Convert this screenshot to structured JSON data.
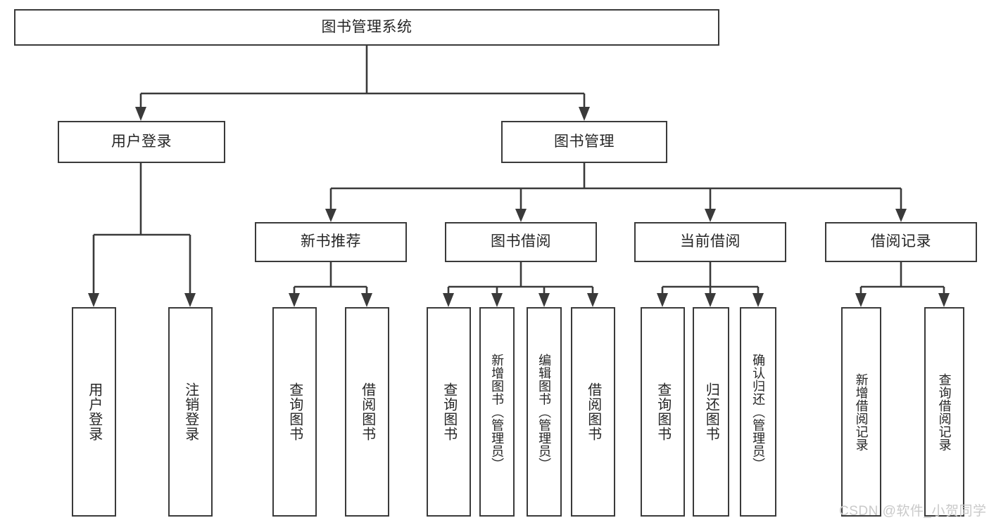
{
  "diagram": {
    "title": "图书管理系统",
    "type": "tree-hierarchy",
    "root": {
      "label": "图书管理系统"
    },
    "level2": [
      {
        "label": "用户登录"
      },
      {
        "label": "图书管理"
      }
    ],
    "level3": [
      {
        "label": "新书推荐"
      },
      {
        "label": "图书借阅"
      },
      {
        "label": "当前借阅"
      },
      {
        "label": "借阅记录"
      }
    ],
    "leaves": {
      "user_login": [
        {
          "label": "用户登录"
        },
        {
          "label": "注销登录"
        }
      ],
      "new_book_recommend": [
        {
          "label": "查询图书"
        },
        {
          "label": "借阅图书"
        }
      ],
      "book_borrow": [
        {
          "label": "查询图书"
        },
        {
          "label": "新增图书（管理员）"
        },
        {
          "label": "编辑图书（管理员）"
        },
        {
          "label": "借阅图书"
        }
      ],
      "current_borrow": [
        {
          "label": "查询图书"
        },
        {
          "label": "归还图书"
        },
        {
          "label": "确认归还（管理员）"
        }
      ],
      "borrow_record": [
        {
          "label": "新增借阅记录"
        },
        {
          "label": "查询借阅记录"
        }
      ]
    }
  },
  "watermark": {
    "text": "CSDN @软件_小贺同学"
  },
  "colors": {
    "stroke": "#3a3a3a",
    "background": "#ffffff",
    "text": "#262626",
    "watermark": "#c9c9c9"
  }
}
